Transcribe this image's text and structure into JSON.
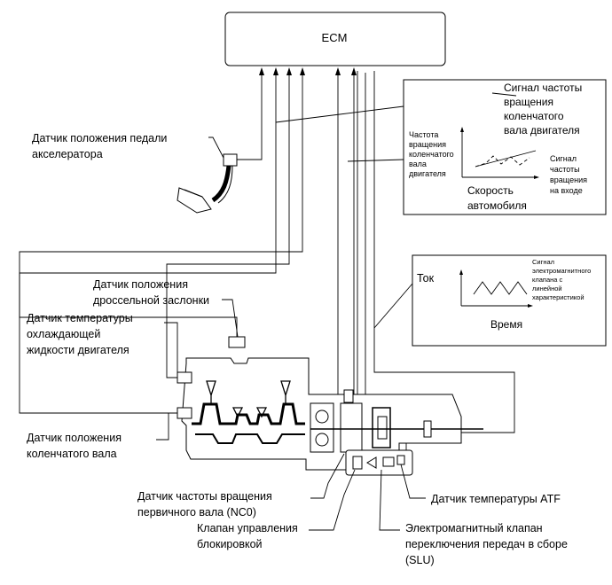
{
  "ecm": {
    "label": "ECM"
  },
  "components": {
    "accel_pedal": [
      "Датчик положения педали",
      "акселератора"
    ],
    "throttle": [
      "Датчик положения",
      "дроссельной заслонки"
    ],
    "coolant": [
      "Датчик температуры",
      "охлаждающей",
      "жидкости двигателя"
    ],
    "crank": [
      "Датчик положения",
      "коленчатого вала"
    ],
    "input_speed": [
      "Датчик частоты вращения",
      "первичного вала (NC0)"
    ],
    "lockup": [
      "Клапан управления",
      "блокировкой"
    ],
    "atf_temp": [
      "Датчик температуры ATF"
    ],
    "shift_solenoid": [
      "Электромагнитный клапан",
      "переключения передач в сборе",
      "(SLU)"
    ]
  },
  "graph1": {
    "ylabel": [
      "Частота",
      "вращения",
      "коленчатого",
      "вала",
      "двигателя"
    ],
    "xlabel": [
      "Скорость",
      "автомобиля"
    ],
    "signal_engine": [
      "Сигнал частоты",
      "вращения",
      "коленчатого",
      "вала двигателя"
    ],
    "signal_input": [
      "Сигнал",
      "частоты",
      "вращения",
      "на входе"
    ]
  },
  "graph2": {
    "ylabel": "Ток",
    "xlabel": "Время",
    "signal": [
      "Сигнал",
      "электромагнитного",
      "клапана с",
      "линейной",
      "характеристикой"
    ]
  }
}
